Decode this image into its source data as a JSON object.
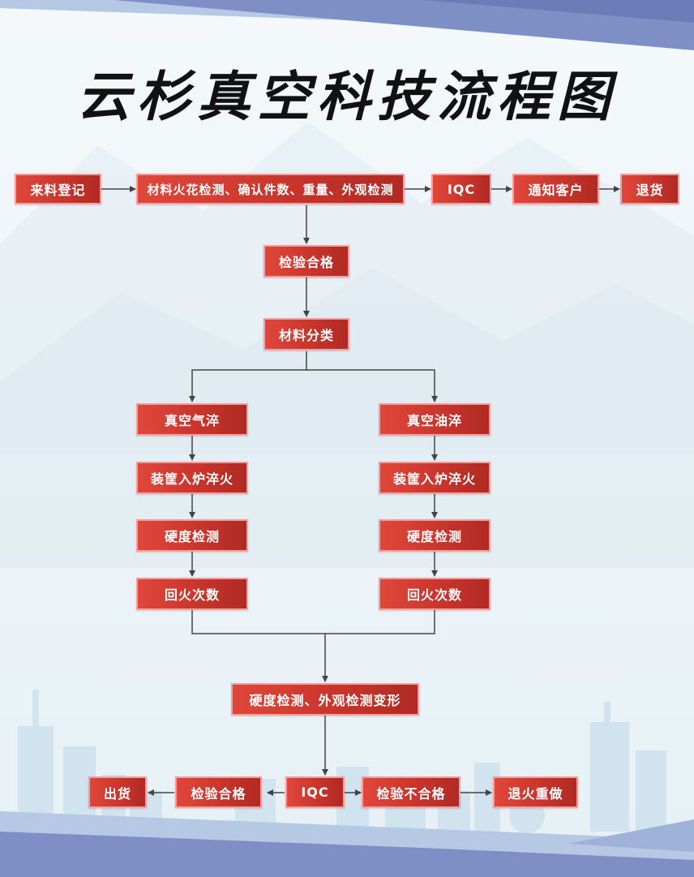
{
  "title": "云杉真空科技流程图",
  "nodes": {
    "n1": "来料登记",
    "n2": "材料火花检测、确认件数、重量、外观检测",
    "n3": "IQC",
    "n4": "通知客户",
    "n5": "退货",
    "n6": "检验合格",
    "n7": "材料分类",
    "l1": "真空气淬",
    "l2": "装筐入炉淬火",
    "l3": "硬度检测",
    "l4": "回火次数",
    "r1": "真空油淬",
    "r2": "装筐入炉淬火",
    "r3": "硬度检测",
    "r4": "回火次数",
    "m1": "硬度检测、外观检测变形",
    "b1": "出货",
    "b2": "检验合格",
    "b3": "IQC",
    "b4": "检验不合格",
    "b5": "退火重做"
  },
  "colors": {
    "node_fill": "#c9352c",
    "node_border": "#f3a0a0",
    "arrow": "#444444",
    "band_dark": "#7e8fc6",
    "band_light": "#b5c8e4"
  }
}
